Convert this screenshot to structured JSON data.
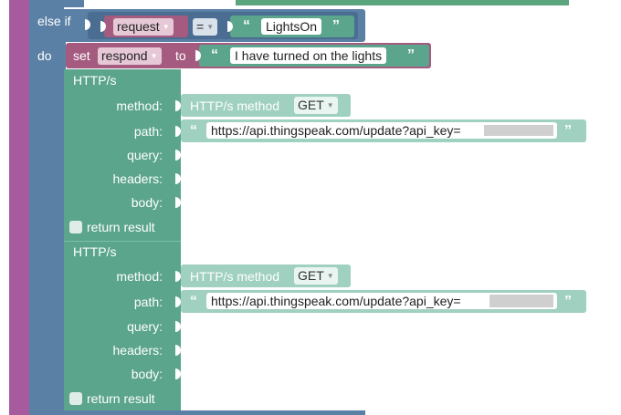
{
  "logic": {
    "else_if": "else if",
    "do": "do",
    "compare_var": "request",
    "operator": "=",
    "compare_text": "LightsOn"
  },
  "set_block": {
    "set": "set",
    "var": "respond",
    "to": "to",
    "value": "I have turned on the lights"
  },
  "http_blocks": [
    {
      "title": "HTTP/s",
      "method_label": "method:",
      "path_label": "path:",
      "query_label": "query:",
      "headers_label": "headers:",
      "body_label": "body:",
      "return_label": "return result",
      "method_block_label": "HTTP/s method",
      "method_value": "GET",
      "url": "https://api.thingspeak.com/update?api_key="
    },
    {
      "title": "HTTP/s",
      "method_label": "method:",
      "path_label": "path:",
      "query_label": "query:",
      "headers_label": "headers:",
      "body_label": "body:",
      "return_label": "return result",
      "method_block_label": "HTTP/s method",
      "method_value": "GET",
      "url": "https://api.thingspeak.com/update?api_key="
    }
  ],
  "quote_open": "“",
  "quote_close": "”",
  "colors": {
    "logic_purple": "#a55b9e",
    "control_blue": "#5b80a5",
    "variable_pink": "#a55b80",
    "text_green": "#5ba58c"
  }
}
